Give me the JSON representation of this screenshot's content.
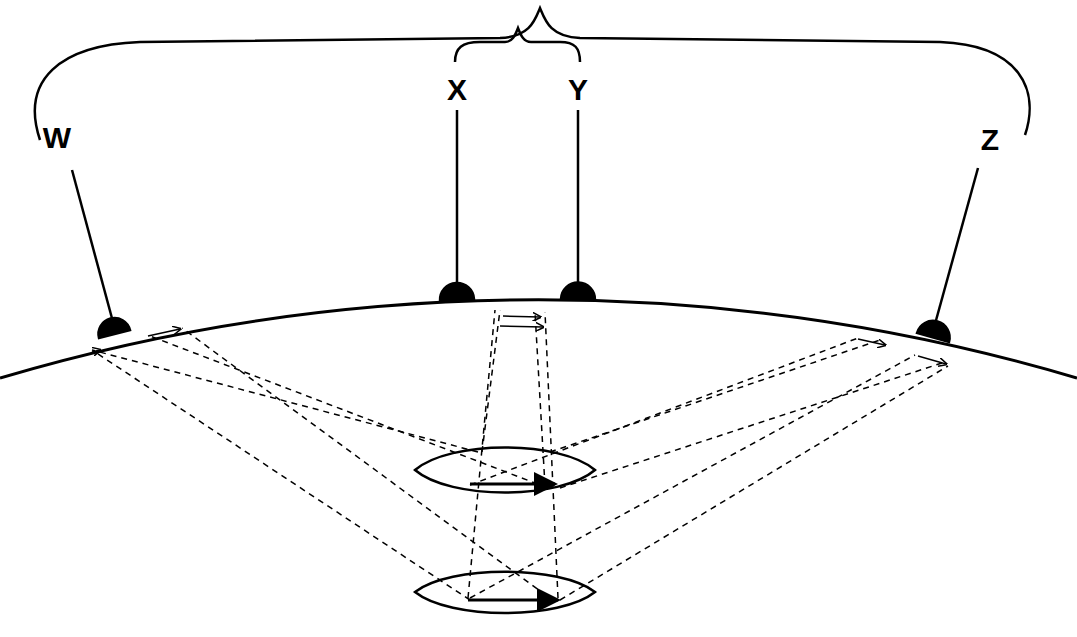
{
  "diagram": {
    "labels": [
      "W",
      "X",
      "Y",
      "Z"
    ]
  }
}
